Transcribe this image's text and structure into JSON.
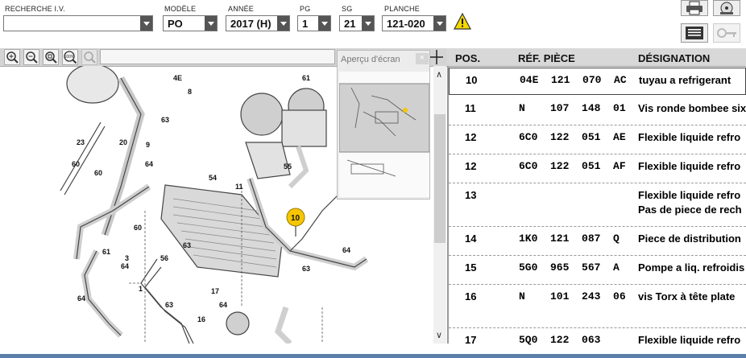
{
  "filters": {
    "recherche_label": "RECHERCHE I.V.",
    "recherche_value": "",
    "modele_label": "MODÈLE",
    "modele_value": "PO",
    "annee_label": "ANNÉE",
    "annee_value": "2017 (H)",
    "pg_label": "PG",
    "pg_value": "1",
    "sg_label": "SG",
    "sg_value": "21",
    "planche_label": "PLANCHE",
    "planche_value": "121-020"
  },
  "icons": {
    "warning": "warning-icon",
    "print": "print-icon",
    "disc": "disc-icon",
    "list": "list-icon",
    "key": "key-icon"
  },
  "zoom_tools": [
    "zoom-in-icon",
    "zoom-out-icon",
    "zoom-fit-icon",
    "zoom-100-icon",
    "magnifier-icon"
  ],
  "zoom_100": "100%",
  "preview": {
    "title": "Aperçu d'écran",
    "close": "×"
  },
  "diagram_labels": [
    "23",
    "20",
    "9",
    "63",
    "4E",
    "8",
    "61",
    "60",
    "60",
    "64",
    "54",
    "55",
    "11",
    "10",
    "63",
    "60",
    "61",
    "3",
    "64",
    "64",
    "56",
    "1",
    "17",
    "64",
    "64",
    "63",
    "16",
    "63"
  ],
  "table": {
    "headers": {
      "pos": "POS.",
      "ref": "RÉF. PIÈCE",
      "des": "DÉSIGNATION"
    },
    "rows": [
      {
        "pos": "10",
        "ref": "04E  121  070  AC",
        "des": "tuyau a refrigerant",
        "des2": "",
        "selected": true
      },
      {
        "pos": "11",
        "ref": "N    107  148  01",
        "des": "Vis ronde bombee six",
        "des2": "",
        "selected": false
      },
      {
        "pos": "12",
        "ref": "6C0  122  051  AE",
        "des": "Flexible liquide refro",
        "des2": "",
        "selected": false
      },
      {
        "pos": "12",
        "ref": "6C0  122  051  AF",
        "des": "Flexible liquide refro",
        "des2": "",
        "selected": false
      },
      {
        "pos": "13",
        "ref": "",
        "des": "Flexible liquide refro",
        "des2": "Pas de piece de rech",
        "selected": false
      },
      {
        "pos": "14",
        "ref": "1K0  121  087  Q",
        "des": "Piece de distribution",
        "des2": "",
        "selected": false
      },
      {
        "pos": "15",
        "ref": "5G0  965  567  A",
        "des": "Pompe a liq. refroidis",
        "des2": "",
        "selected": false
      },
      {
        "pos": "16",
        "ref": "N    101  243  06",
        "des": "vis Torx à tête plate",
        "des2": "",
        "selected": false
      },
      {
        "pos": "17",
        "ref": "5Q0  122  063",
        "des": "Flexible liquide refro",
        "des2": "",
        "selected": false
      }
    ]
  },
  "colors": {
    "accent": "#f7c600",
    "warning": "#f5d800",
    "panel": "#d8d8d8"
  }
}
